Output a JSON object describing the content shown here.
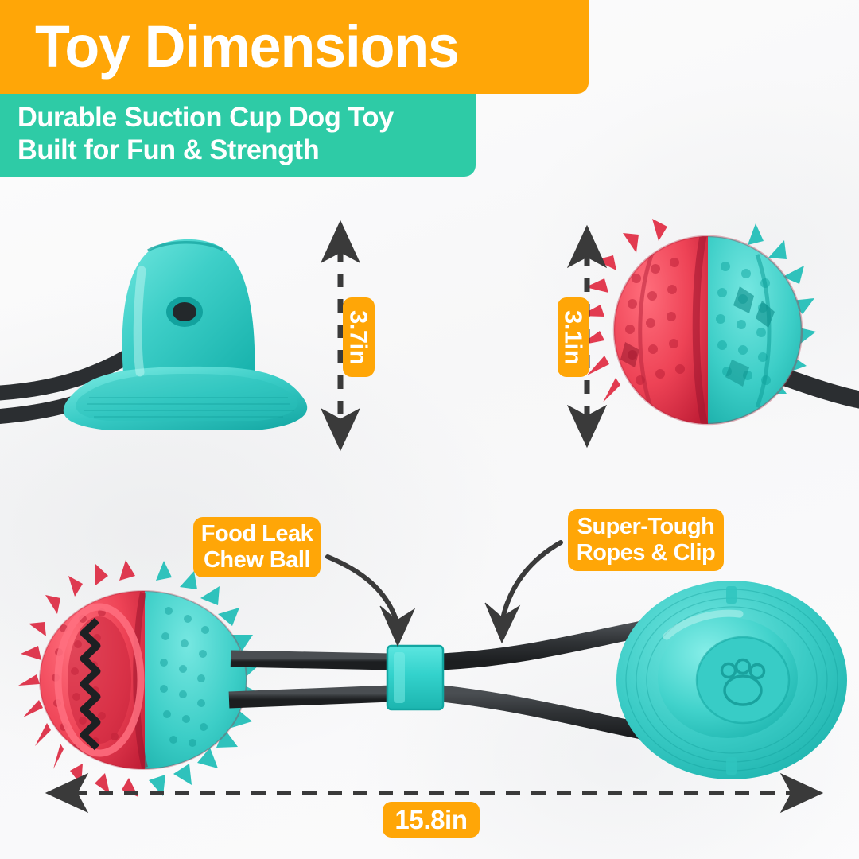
{
  "header": {
    "title": "Toy Dimensions",
    "subtitle": "Durable Suction Cup Dog Toy\nBuilt for Fun & Strength",
    "title_bg_color": "#FFA607",
    "subtitle_bg_color": "#2ECBA6",
    "text_color": "#FFFFFF"
  },
  "dimensions": {
    "suction_cup_height": "3.7in",
    "chew_ball_diameter": "3.1in",
    "total_length": "15.8in",
    "badge_color": "#FFA607",
    "arrow_color": "#3A3A3A"
  },
  "callouts": [
    {
      "label": "Food Leak\nChew Ball",
      "target": "chew-ball"
    },
    {
      "label": "Super-Tough\nRopes & Clip",
      "target": "rope-clip"
    }
  ],
  "product": {
    "colors": {
      "teal": "#3ECFC8",
      "teal_dark": "#20B3AE",
      "red": "#EF4456",
      "red_dark": "#C9203A",
      "rope": "#34373A",
      "clip": "#35D6D0"
    },
    "parts": [
      {
        "name": "suction-cup-side-view",
        "color": "#3ECFC8"
      },
      {
        "name": "spiky-chew-ball-closeup",
        "color": "#EF4456"
      },
      {
        "name": "chew-ball-assembly",
        "color": "#EF4456"
      },
      {
        "name": "rope-pair",
        "color": "#34373A"
      },
      {
        "name": "rope-clip",
        "color": "#35D6D0"
      },
      {
        "name": "suction-cup-base",
        "color": "#3ECFC8"
      },
      {
        "name": "paw-print-emboss",
        "color": "#20B3AE"
      }
    ]
  }
}
